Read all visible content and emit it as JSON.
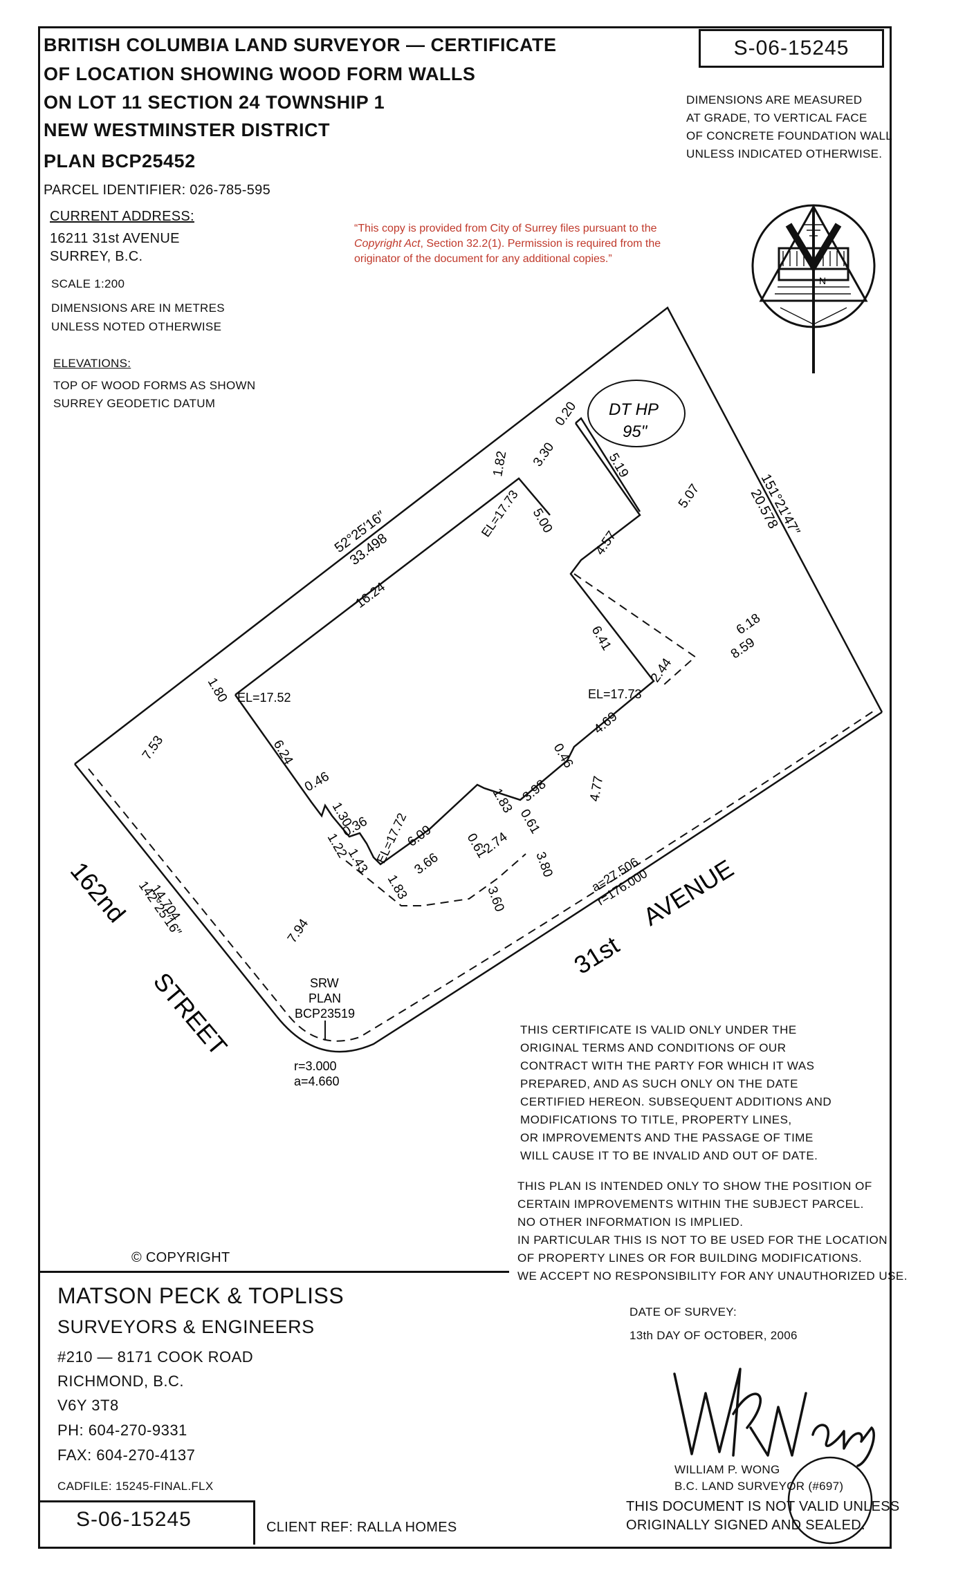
{
  "header": {
    "title_lines": [
      "BRITISH COLUMBIA LAND SURVEYOR — CERTIFICATE",
      "OF LOCATION SHOWING WOOD FORM WALLS",
      "ON LOT 11 SECTION 24 TOWNSHIP 1",
      "NEW WESTMINSTER DISTRICT",
      "PLAN BCP25452"
    ],
    "file_number": "S-06-15245",
    "parcel_identifier": "PARCEL IDENTIFIER:  026-785-595",
    "dimension_note": [
      "DIMENSIONS ARE MEASURED",
      "AT GRADE, TO VERTICAL FACE",
      "OF CONCRETE FOUNDATION WALL",
      "UNLESS INDICATED OTHERWISE."
    ]
  },
  "address": {
    "heading": "CURRENT ADDRESS:",
    "line1": "16211 31st AVENUE",
    "line2": "SURREY, B.C."
  },
  "scale": "SCALE 1:200",
  "units_note": [
    "DIMENSIONS ARE IN METRES",
    "UNLESS NOTED OTHERWISE"
  ],
  "elevations": {
    "heading": "ELEVATIONS:",
    "line1": "TOP OF WOOD FORMS AS SHOWN",
    "line2": "SURREY GEODETIC DATUM"
  },
  "copy_notice": {
    "part1": "“This copy is provided from City of Surrey files pursuant to the",
    "italic": "Copyright Act",
    "part2": ", Section 32.2(1). Permission is required from the",
    "part3": "originator of the document for any additional copies.”"
  },
  "plan": {
    "handwritten_note_1": "DT HP",
    "handwritten_note_2": "95ʺ",
    "street_left": [
      "162nd",
      "STREET"
    ],
    "street_bottom": [
      "31st",
      "AVENUE"
    ],
    "srw": [
      "SRW",
      "PLAN",
      "BCP23519"
    ],
    "curve": [
      "a=27.506",
      "r=176.000"
    ],
    "corner": [
      "r=3.000",
      "a=4.660"
    ],
    "bearing_top": [
      "52°25′16″",
      "33.498"
    ],
    "bearing_right": [
      "151°21′47″",
      "20.578"
    ],
    "bearing_left": [
      "14.704",
      "142°25′16″"
    ],
    "elevation_labels": [
      "EL=17.73",
      "EL=17.52",
      "EL=17.73",
      "EL=17.72"
    ],
    "dims": [
      "0.20",
      "3.30",
      "1.82",
      "5.19",
      "5.00",
      "5.07",
      "4.57",
      "16.24",
      "6.41",
      "6.18",
      "8.59",
      "2.44",
      "1.80",
      "7.53",
      "6.24",
      "4.69",
      "0.46",
      "3.98",
      "1.83",
      "0.61",
      "4.77",
      "0.46",
      "1.30",
      "0.36",
      "1.22",
      "1.43",
      "6.09",
      "1.83",
      "3.66",
      "0.61",
      "2.74",
      "3.80",
      "3.60",
      "7.94"
    ]
  },
  "validity_note": [
    "THIS CERTIFICATE IS VALID ONLY UNDER THE",
    "ORIGINAL TERMS AND CONDITIONS OF OUR",
    "CONTRACT WITH THE PARTY FOR WHICH IT WAS",
    "PREPARED, AND AS SUCH ONLY ON THE DATE",
    "CERTIFIED HEREON. SUBSEQUENT ADDITIONS AND",
    "MODIFICATIONS TO TITLE, PROPERTY LINES,",
    "OR IMPROVEMENTS AND THE PASSAGE OF TIME",
    "WILL CAUSE IT TO BE INVALID AND OUT OF DATE."
  ],
  "intent_note": [
    "THIS PLAN IS INTENDED ONLY TO SHOW THE POSITION OF",
    "CERTAIN IMPROVEMENTS WITHIN THE SUBJECT PARCEL.",
    "NO OTHER INFORMATION IS IMPLIED.",
    "IN PARTICULAR THIS IS NOT TO BE USED FOR THE LOCATION",
    "OF PROPERTY LINES OR FOR BUILDING MODIFICATIONS.",
    "WE ACCEPT NO RESPONSIBILITY FOR ANY UNAUTHORIZED USE."
  ],
  "copyright": "© COPYRIGHT",
  "firm": {
    "name": "MATSON PECK & TOPLISS",
    "subtitle": "SURVEYORS & ENGINEERS",
    "address1": "#210 — 8171 COOK ROAD",
    "address2": "RICHMOND, B.C.",
    "postal": "V6Y 3T8",
    "phone": "PH:  604-270-9331",
    "fax": "FAX:  604-270-4137",
    "cadfile": "CADFILE: 15245-FINAL.FLX",
    "file_number": "S-06-15245",
    "client_ref": "CLIENT REF:  RALLA HOMES"
  },
  "survey": {
    "date_label": "DATE OF SURVEY:",
    "date_value": "13th DAY OF OCTOBER, 2006",
    "signer": "WILLIAM P. WONG",
    "signer_title": "B.C. LAND SURVEYOR (#697)",
    "validity_line1": "THIS DOCUMENT IS NOT VALID UNLESS",
    "validity_line2": "ORIGINALLY SIGNED AND SEALED."
  }
}
